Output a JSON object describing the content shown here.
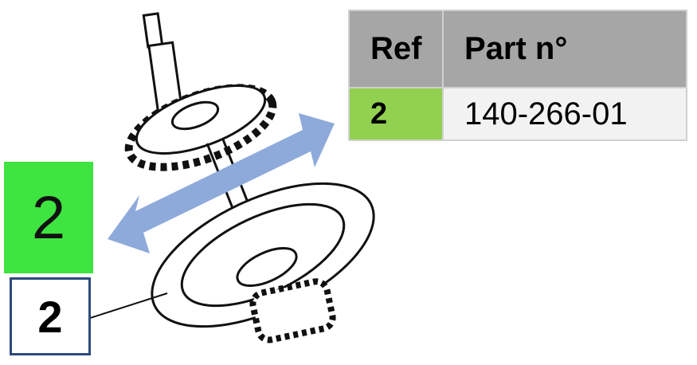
{
  "table": {
    "headers": {
      "ref": "Ref",
      "part": "Part n°"
    },
    "rows": [
      {
        "ref": "2",
        "part": "140-266-01"
      }
    ]
  },
  "ref_label": "2",
  "callout_label": "2",
  "colors": {
    "ref_green": "#3ee43f",
    "table_ref_green": "#92d050",
    "header_gray": "#a6a6a6",
    "arrow_blue": "#8eaadb",
    "callout_border": "#2e4a7d"
  }
}
